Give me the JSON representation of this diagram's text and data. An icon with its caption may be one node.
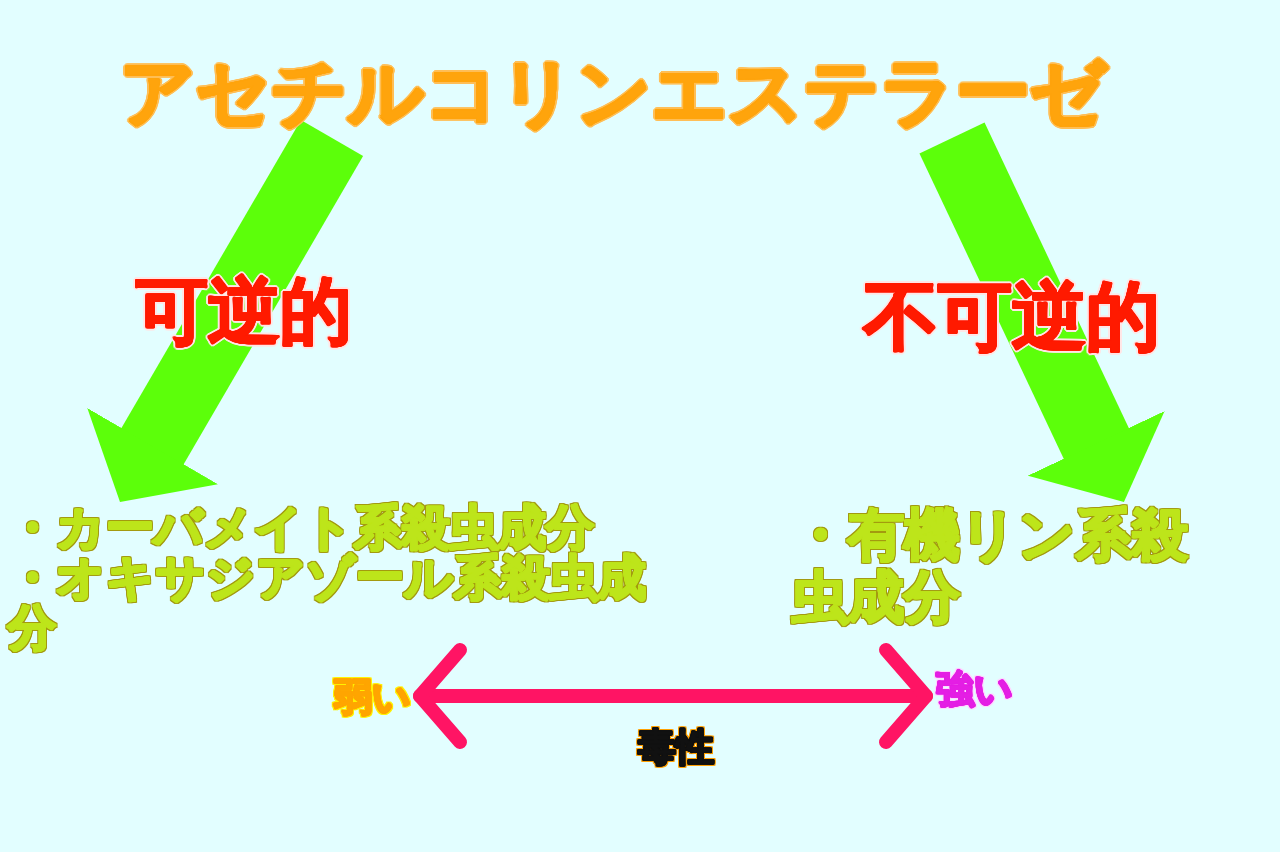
{
  "diagram": {
    "nodes": [
      {
        "text": [
          "アセチルコリンエステラーゼ"
        ]
      },
      {
        "text": [
          "・カーバメイト系殺虫成分",
          "・オキサジアゾール系殺虫成分"
        ]
      },
      {
        "text": [
          "・有機リン系殺虫成分"
        ]
      },
      {
        "text": [
          "弱い"
        ]
      },
      {
        "text": [
          "強い"
        ]
      }
    ],
    "edges": [
      {
        "from": 0,
        "to": 1,
        "arrow": "to",
        "label": "可逆的"
      },
      {
        "from": 0,
        "to": 2,
        "arrow": "to",
        "label": "不可逆的"
      },
      {
        "from": 3,
        "to": 4,
        "arrow": "both",
        "label": "毒性",
        "color": "#ff1464"
      }
    ]
  }
}
